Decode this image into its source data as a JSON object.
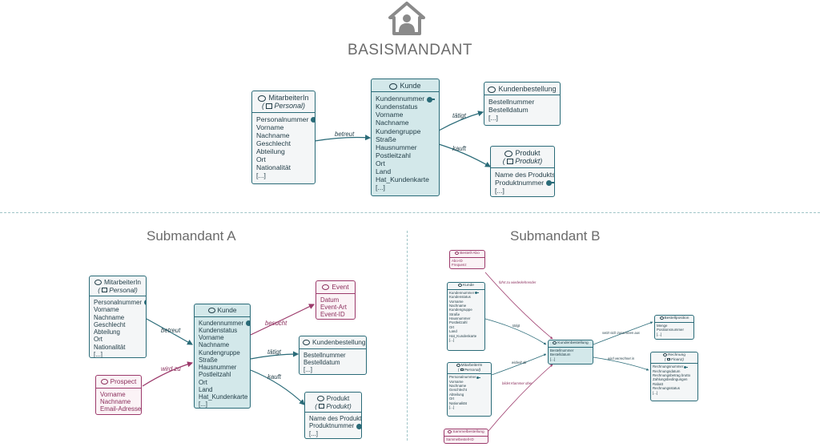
{
  "header": {
    "title": "BASISMANDANT",
    "icon": "house-user-icon"
  },
  "sections": {
    "submandant_a": "Submandant A",
    "submandant_b": "Submandant B"
  },
  "colors": {
    "teal": "#2a6b78",
    "pink": "#9c3a6b",
    "fill_dark": "#d3e8ea",
    "fill_light": "#f4f6f7"
  },
  "basis": {
    "mitarbeiter": {
      "title": "MitarbeiterIn",
      "sub": "Personal",
      "fields": [
        "Personalnummer",
        "Vorname",
        "Nachname",
        "Geschlecht",
        "Abteilung",
        "Ort",
        "Nationalität",
        "[...]"
      ]
    },
    "kunde": {
      "title": "Kunde",
      "fields": [
        "Kundennummer",
        "Kundenstatus",
        "Vorname",
        "Nachname",
        "Kundengruppe",
        "Straße",
        "Hausnummer",
        "Postleitzahl",
        "Ort",
        "Land",
        "Hat_Kundenkarte",
        "[...]"
      ]
    },
    "bestellung": {
      "title": "Kundenbestellung",
      "fields": [
        "Bestellnummer",
        "Bestelldatum",
        "[...]"
      ]
    },
    "produkt": {
      "title": "Produkt",
      "sub": "Produkt",
      "fields": [
        "Name des Produkts",
        "Produktnummer",
        "[...]"
      ]
    },
    "rel_betreut": "betreut",
    "rel_taetigt": "tätigt",
    "rel_kauft": "kauft"
  },
  "sub_a": {
    "mitarbeiter": {
      "title": "MitarbeiterIn",
      "sub": "Personal",
      "fields": [
        "Personalnummer",
        "Vorname",
        "Nachname",
        "Geschlecht",
        "Abteilung",
        "Ort",
        "Nationalität",
        "[...]"
      ]
    },
    "prospect": {
      "title": "Prospect",
      "fields": [
        "Vorname",
        "Nachname",
        "Email-Adresse"
      ]
    },
    "kunde": {
      "title": "Kunde",
      "fields": [
        "Kundennummer",
        "Kundenstatus",
        "Vorname",
        "Nachname",
        "Kundengruppe",
        "Straße",
        "Hausnummer",
        "Postleitzahl",
        "Ort",
        "Land",
        "Hat_Kundenkarte",
        "[...]"
      ]
    },
    "event": {
      "title": "Event",
      "fields": [
        "Datum",
        "Event-Art",
        "Event-ID"
      ]
    },
    "bestellung": {
      "title": "Kundenbestellung",
      "fields": [
        "Bestellnummer",
        "Bestelldatum",
        "[...]"
      ]
    },
    "produkt": {
      "title": "Produkt",
      "sub": "Produkt",
      "fields": [
        "Name des Produkts",
        "Produktnummer",
        "[...]"
      ]
    },
    "rel_betreut": "betreut",
    "rel_wird_zu": "wird zu",
    "rel_besucht": "besucht",
    "rel_taetigt": "tätigt",
    "rel_kauft": "kauft"
  },
  "sub_b": {
    "abo": {
      "title": "Bestell-Abo",
      "fields": [
        "Abo-ID",
        "Frequenz"
      ]
    },
    "kunde": {
      "title": "Kunde",
      "fields": [
        "Kundennummer",
        "Kundenstatus",
        "Vorname",
        "Nachname",
        "Kundengruppe",
        "Straße",
        "Hausnummer",
        "Postleitzahl",
        "Ort",
        "Land",
        "Hat_Kundenkarte",
        "[...]"
      ]
    },
    "mitarbeiter": {
      "title": "MitarbeiterIn",
      "sub": "Personal",
      "fields": [
        "Personalnummer",
        "Vorname",
        "Nachname",
        "Geschlecht",
        "Abteilung",
        "Ort",
        "Nationalität",
        "[...]"
      ]
    },
    "sammel": {
      "title": "Sammelbestellung",
      "fields": [
        "Sammelbestell-ID"
      ]
    },
    "bestellung": {
      "title": "Kundenbestellung",
      "fields": [
        "Bestellnummer",
        "Bestelldatum",
        "[...]"
      ]
    },
    "position": {
      "title": "Bestellposition",
      "fields": [
        "Menge",
        "Positionsnummer",
        "[...]"
      ]
    },
    "rechnung": {
      "title": "Rechnung",
      "sub": "Finanz",
      "fields": [
        "Rechnungsnummer",
        "Rechnungsdatum",
        "Rechnungsbetrag brutto",
        "Zahlungsbedingungen",
        "Rabatt",
        "Rechnungsstatus",
        "[...]"
      ]
    },
    "rel_abo": "führt zu wiederkehrender",
    "rel_taetigt": "tätigt",
    "rel_wickelt": "wickelt ab",
    "rel_bildet": "bildet Klammer über",
    "rel_setzt": "setzt sich zusammen aus",
    "rel_verrechnet": "wird verrechnet in"
  }
}
